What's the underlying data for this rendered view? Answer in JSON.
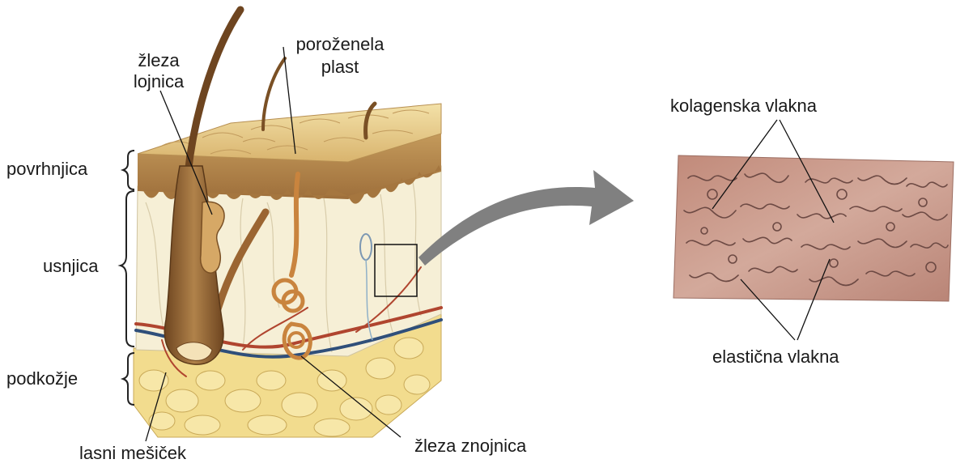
{
  "labels": {
    "sebaceous_gland": "žleza lojnica",
    "sebaceous_gland_line1": "žleza",
    "sebaceous_gland_line2": "lojnica",
    "stratum_corneum_line1": "poroženela",
    "stratum_corneum_line2": "plast",
    "epidermis": "povrhnjica",
    "dermis": "usnjica",
    "hypodermis": "podkožje",
    "hair_follicle": "lasni mešiček",
    "sweat_gland": "žleza znojnica",
    "collagen_fibers": "kolagenska vlakna",
    "elastic_fibers": "elastična vlakna"
  },
  "colors": {
    "fat": "#f2dc8e",
    "dermis": "#f6efd6",
    "epidermis": "#b98a4f",
    "hair": "#8a5a2b",
    "artery": "#b0452f",
    "vein": "#2f4f7a",
    "sweat_gland": "#d9a05e",
    "tissue_sample": "#c99a8c",
    "arrow": "#808080"
  }
}
